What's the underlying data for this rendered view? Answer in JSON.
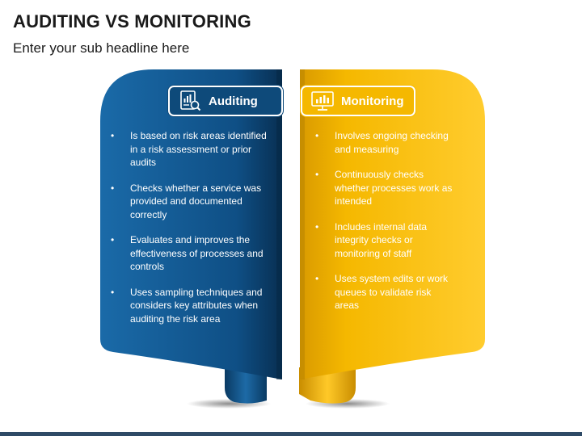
{
  "title": "AUDITING VS MONITORING",
  "subtitle": "Enter your sub headline here",
  "colors": {
    "auditing_dark": "#0b3f6b",
    "auditing_light": "#1a6aa8",
    "monitoring_dark": "#e0a100",
    "monitoring_light": "#ffcc33",
    "text_dark": "#1a1a1a"
  },
  "auditing": {
    "label": "Auditing",
    "icon": "report-chart-search-icon",
    "points": [
      "Is based on risk areas identified in a risk assessment or prior audits",
      "Checks whether a service was provided and documented correctly",
      "Evaluates and improves the effectiveness of processes and controls",
      "Uses sampling techniques and considers key attributes when auditing the risk area"
    ]
  },
  "monitoring": {
    "label": "Monitoring",
    "icon": "monitor-bar-chart-icon",
    "points": [
      "Involves ongoing checking and measuring",
      "Continuously checks whether processes work as intended",
      "Includes internal data integrity checks or monitoring of staff",
      "Uses system edits or work queues to validate risk areas"
    ]
  }
}
